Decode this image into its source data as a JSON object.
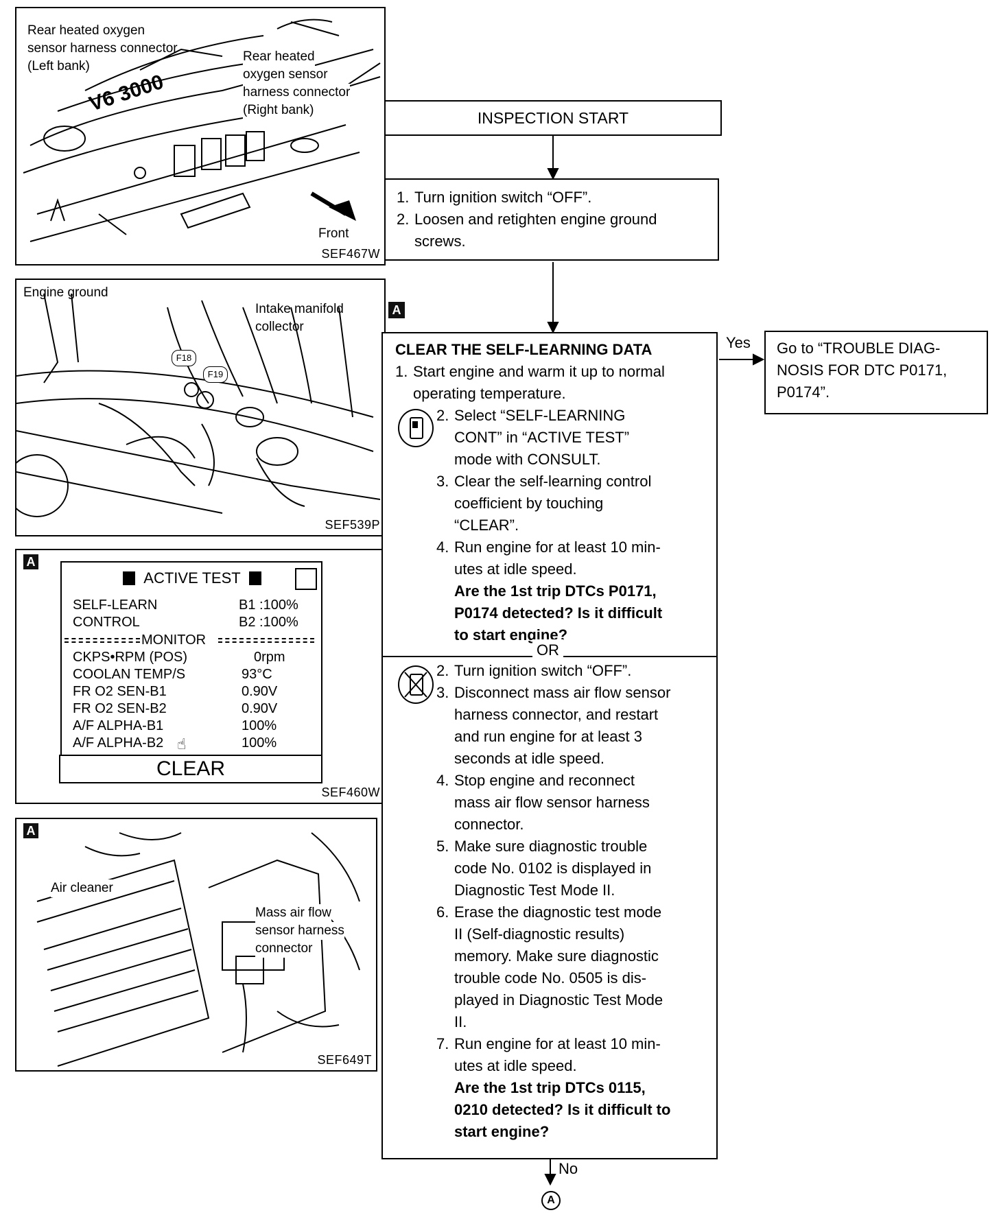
{
  "fig1": {
    "label_left": [
      "Rear heated oxygen",
      "sensor harness connector",
      "(Left bank)"
    ],
    "label_right": [
      "Rear heated",
      "oxygen sensor",
      "harness connector",
      "(Right bank)"
    ],
    "engine_text": "V6 3000",
    "front_label": "Front",
    "code": "SEF467W"
  },
  "fig2": {
    "engine_ground": "Engine ground",
    "intake": [
      "Intake manifold",
      "collector"
    ],
    "f18": "F18",
    "f19": "F19",
    "code": "SEF539P"
  },
  "fig3": {
    "badge": "A",
    "title": "ACTIVE TEST",
    "rows_top": [
      {
        "name": "SELF-LEARN",
        "value": "B1 :100%"
      },
      {
        "name": "CONTROL",
        "value": "B2 :100%"
      }
    ],
    "monitor": "MONITOR",
    "rows": [
      {
        "name": "CKPS•RPM (POS)",
        "value": "0rpm"
      },
      {
        "name": "COOLAN TEMP/S",
        "value": "93°C"
      },
      {
        "name": "FR O2 SEN-B1",
        "value": "0.90V"
      },
      {
        "name": "FR O2 SEN-B2",
        "value": "0.90V"
      },
      {
        "name": "A/F ALPHA-B1",
        "value": "100%"
      },
      {
        "name": "A/F ALPHA-B2",
        "value": "100%"
      }
    ],
    "clear": "CLEAR",
    "code": "SEF460W"
  },
  "fig4": {
    "badge": "A",
    "air_cleaner": "Air cleaner",
    "maf": [
      "Mass air flow",
      "sensor harness",
      "connector"
    ],
    "code": "SEF649T"
  },
  "flow": {
    "start": "INSPECTION START",
    "step1": [
      {
        "n": "1.",
        "t": "Turn ignition switch “OFF”."
      },
      {
        "n": "2.",
        "t": "Loosen and retighten engine ground"
      },
      {
        "n": "",
        "t": "screws."
      }
    ],
    "badge": "A",
    "main_title": "CLEAR THE SELF-LEARNING DATA",
    "main_step1": [
      "1.",
      "Start engine and warm it up to normal",
      "operating temperature."
    ],
    "consult_steps": [
      {
        "n": "2.",
        "lines": [
          "Select “SELF-LEARNING",
          "CONT” in “ACTIVE TEST”",
          "mode with CONSULT."
        ]
      },
      {
        "n": "3.",
        "lines": [
          "Clear the self-learning control",
          "coefficient by touching",
          "“CLEAR”."
        ]
      },
      {
        "n": "4.",
        "lines": [
          "Run engine for at least 10 min-",
          "utes at idle speed."
        ]
      }
    ],
    "question1": [
      "Are the 1st trip DTCs P0171,",
      "P0174 detected? Is it difficult",
      "to start engine?"
    ],
    "or": "OR",
    "noconsult_steps": [
      {
        "n": "2.",
        "lines": [
          "Turn ignition switch “OFF”."
        ]
      },
      {
        "n": "3.",
        "lines": [
          "Disconnect mass air flow sensor",
          "harness connector, and restart",
          "and run engine for at least 3",
          "seconds at idle speed."
        ]
      },
      {
        "n": "4.",
        "lines": [
          "Stop engine and reconnect",
          "mass air flow sensor harness",
          "connector."
        ]
      },
      {
        "n": "5.",
        "lines": [
          "Make sure diagnostic trouble",
          "code No. 0102 is displayed in",
          "Diagnostic Test Mode II."
        ]
      },
      {
        "n": "6.",
        "lines": [
          "Erase the diagnostic test mode",
          "II (Self-diagnostic results)",
          "memory. Make sure diagnostic",
          "trouble code No. 0505 is dis-",
          "played in Diagnostic Test Mode",
          "II."
        ]
      },
      {
        "n": "7.",
        "lines": [
          "Run engine for at least 10 min-",
          "utes at idle speed."
        ]
      }
    ],
    "question2": [
      "Are the 1st trip DTCs 0115,",
      "0210 detected? Is it difficult to",
      "start engine?"
    ],
    "yes": "Yes",
    "yes_box": [
      "Go to “TROUBLE DIAG-",
      "NOSIS FOR DTC P0171,",
      "P0174”."
    ],
    "no": "No",
    "next": "A"
  }
}
